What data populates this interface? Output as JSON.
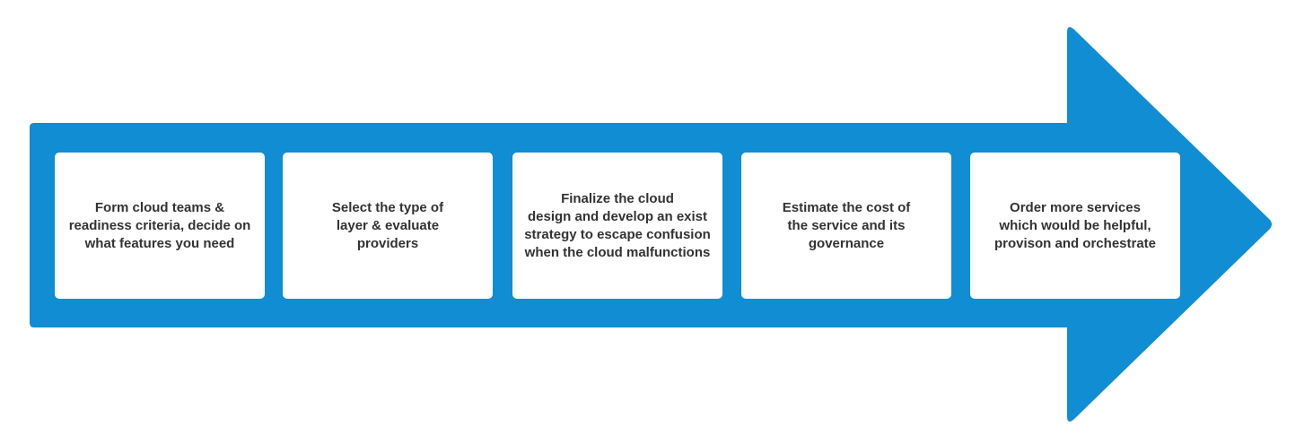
{
  "diagram": {
    "type": "process-arrow",
    "arrow_color": "#108dd3",
    "box_color": "#ffffff",
    "text_color": "#333333",
    "steps": [
      {
        "label": "Form cloud teams &\nreadiness criteria, decide on\nwhat features you need"
      },
      {
        "label": "Select the type of\nlayer & evaluate\nproviders"
      },
      {
        "label": "Finalize the cloud\ndesign and develop an exist\nstrategy to escape confusion\nwhen the cloud malfunctions"
      },
      {
        "label": "Estimate the cost of\nthe service and its\ngovernance"
      },
      {
        "label": "Order more services\nwhich would be helpful,\nprovison and orchestrate"
      }
    ]
  }
}
